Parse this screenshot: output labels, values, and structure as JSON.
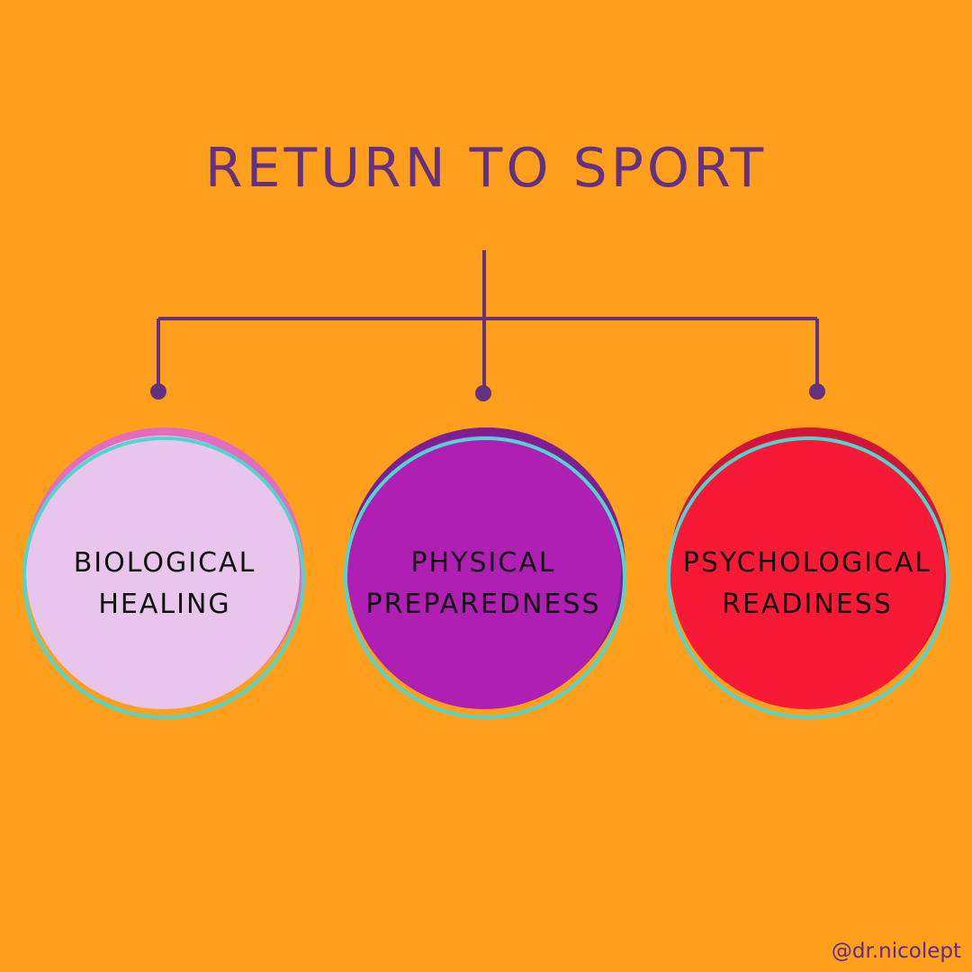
{
  "title": "RETURN TO SPORT",
  "colors": {
    "background": "#FF9F1C",
    "accent": "#62317F",
    "ring": "#4FD6CF",
    "handle": "#5A2D86"
  },
  "nodes": [
    {
      "line1": "BIOLOGICAL",
      "line2": "HEALING",
      "fill": "#E8C6EC",
      "shadow": "#E36BC0"
    },
    {
      "line1": "PHYSICAL",
      "line2": "PREPAREDNESS",
      "fill": "#B01FB4",
      "shadow": "#7E1D94"
    },
    {
      "line1": "PSYCHOLOGICAL",
      "line2": "READINESS",
      "fill": "#F71935",
      "shadow": "#D0143A"
    }
  ],
  "handle": "@dr.nicolept"
}
